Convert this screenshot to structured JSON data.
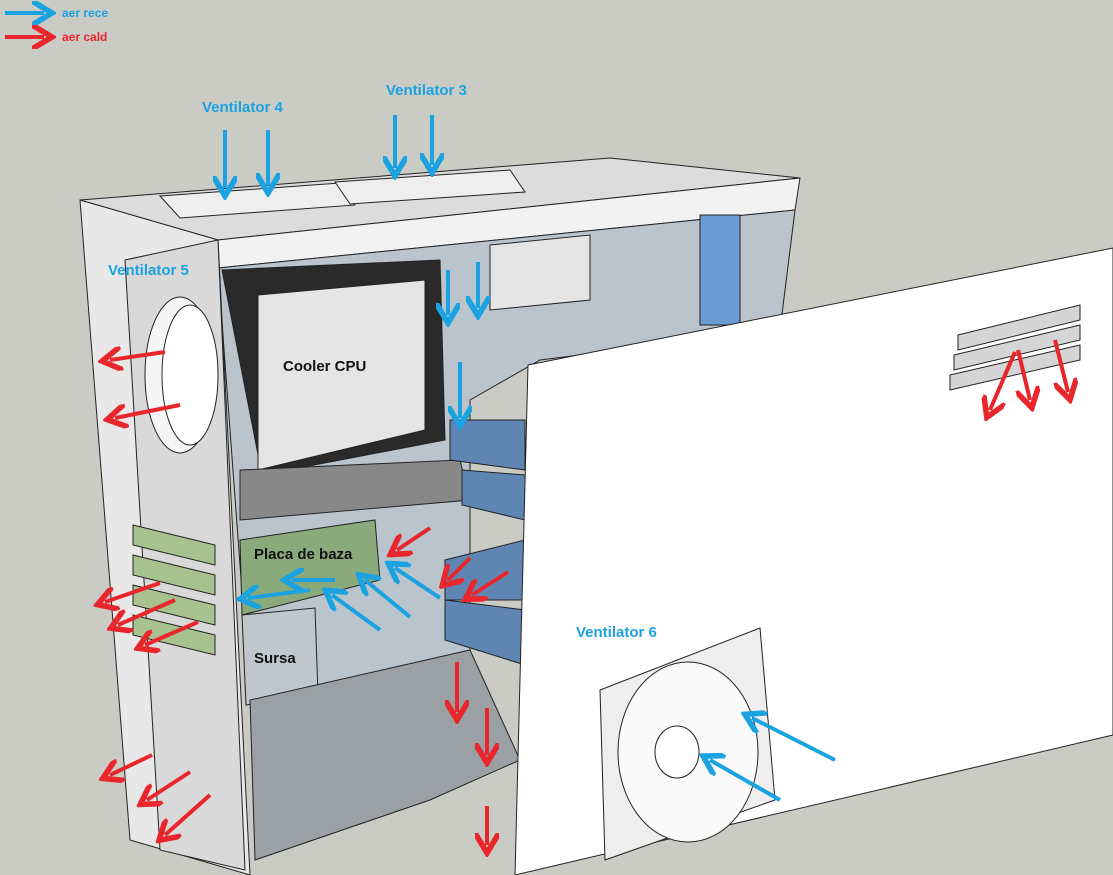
{
  "legend": {
    "cold": {
      "label": "aer rece",
      "color": "#1aa3e0"
    },
    "hot": {
      "label": "aer cald",
      "color": "#e8262c"
    }
  },
  "labels": {
    "fan4": "Ventilator 4",
    "fan3": "Ventilator 3",
    "fan5": "Ventilator 5",
    "cpu_cooler": "Cooler CPU",
    "motherboard": "Placa de baza",
    "psu": "Sursa",
    "fan6": "Ventilator 6"
  }
}
